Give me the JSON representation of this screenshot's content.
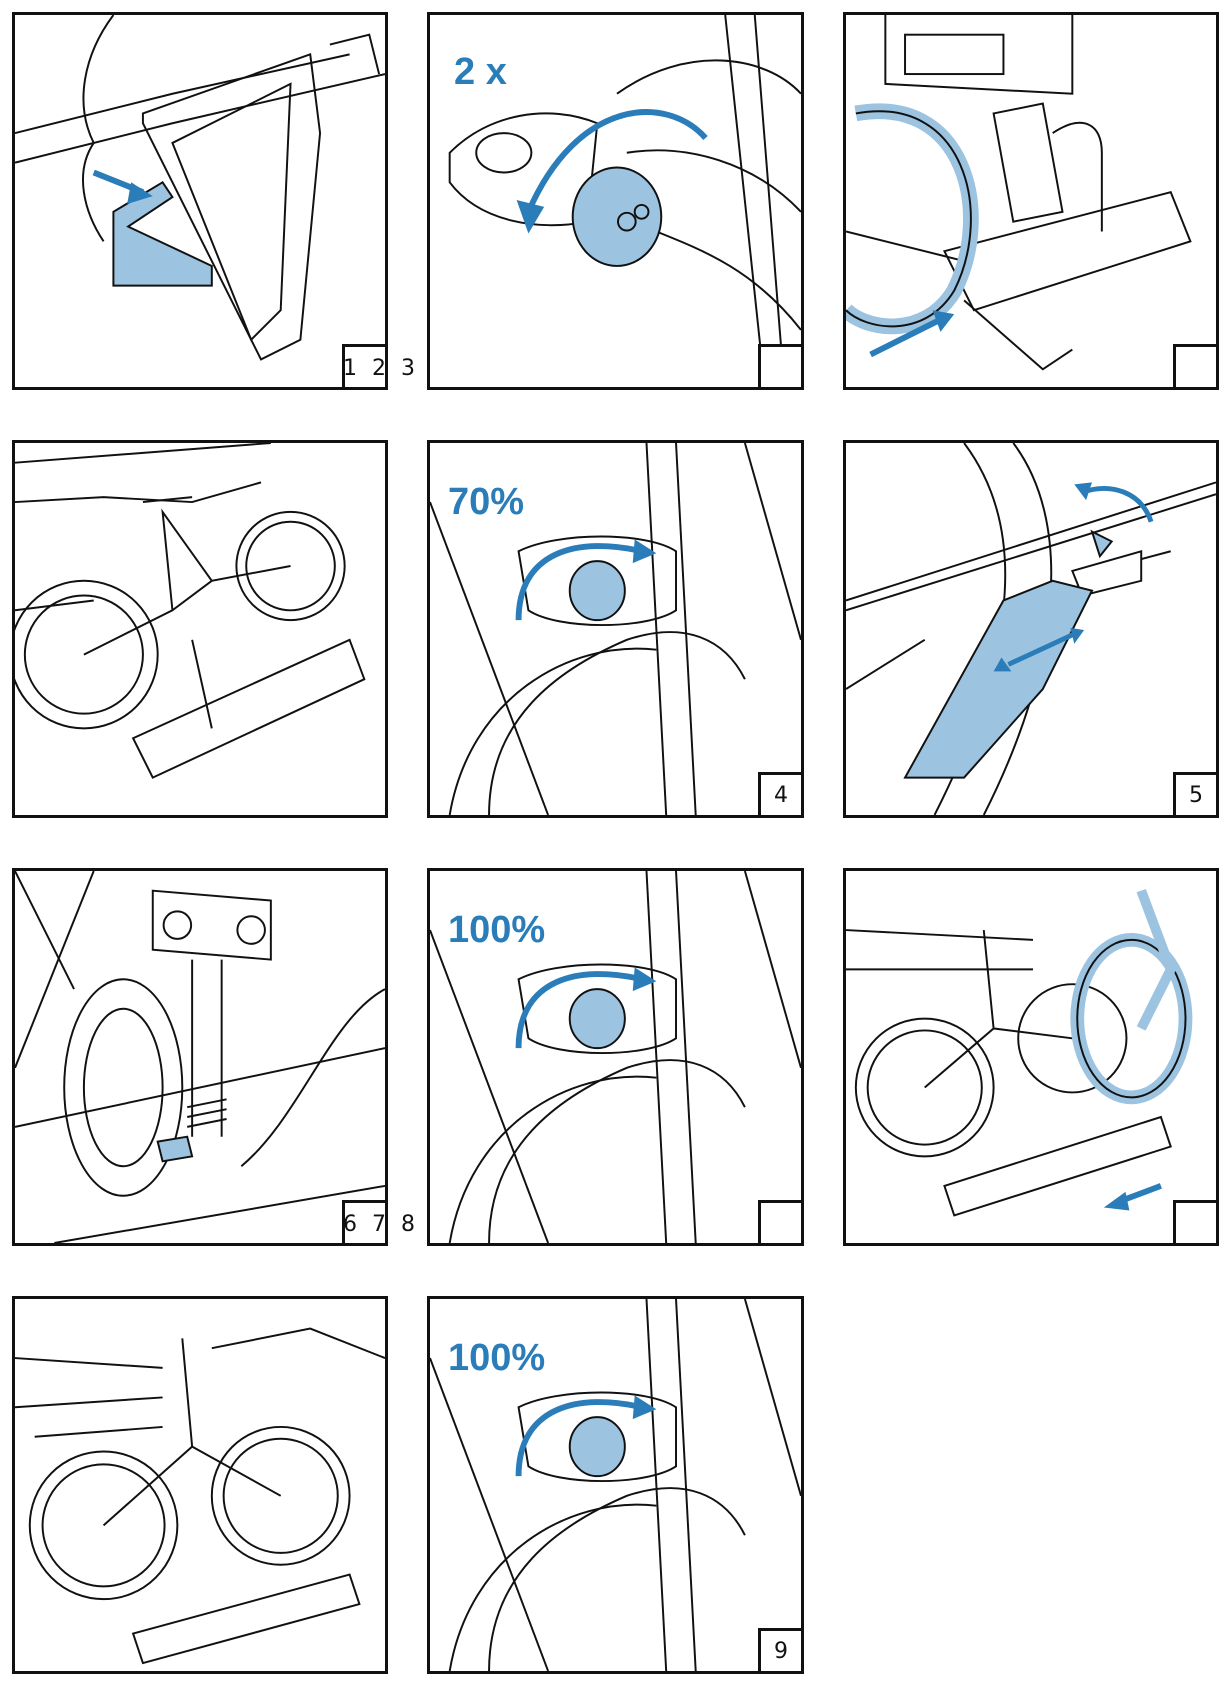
{
  "panels": [
    {
      "id": "p1",
      "callout": "",
      "step": "",
      "side_label": "1 2 3"
    },
    {
      "id": "p2",
      "callout": "2 x",
      "step": "",
      "side_label": ""
    },
    {
      "id": "p3",
      "callout": "",
      "step": "",
      "side_label": ""
    },
    {
      "id": "p4",
      "callout": "",
      "step": "",
      "side_label": ""
    },
    {
      "id": "p5",
      "callout": "70%",
      "step": "4",
      "side_label": ""
    },
    {
      "id": "p6",
      "callout": "",
      "step": "5",
      "side_label": ""
    },
    {
      "id": "p7",
      "callout": "",
      "step": "",
      "side_label": "6 7 8"
    },
    {
      "id": "p8",
      "callout": "100%",
      "step": "",
      "side_label": ""
    },
    {
      "id": "p9",
      "callout": "",
      "step": "",
      "side_label": ""
    },
    {
      "id": "p10",
      "callout": "",
      "step": "",
      "side_label": ""
    },
    {
      "id": "p11",
      "callout": "100%",
      "step": "9",
      "side_label": ""
    }
  ],
  "colors": {
    "accent": "#2a7db8",
    "fill": "#9cc3e0",
    "line": "#111111"
  }
}
